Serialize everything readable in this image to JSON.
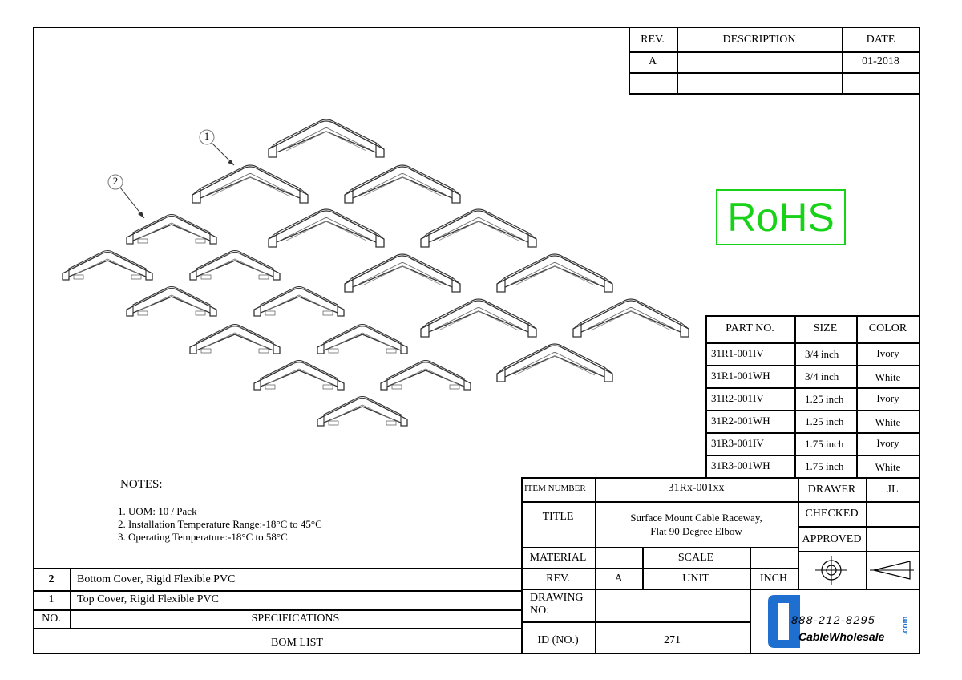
{
  "revision_block": {
    "headers": [
      "REV.",
      "DESCRIPTION",
      "DATE"
    ],
    "rows": [
      [
        "A",
        "",
        "01-2018"
      ],
      [
        "",
        "",
        ""
      ]
    ]
  },
  "callouts": [
    "1",
    "2"
  ],
  "rohs_label": "RoHS",
  "parts_table": {
    "headers": [
      "PART NO.",
      "SIZE",
      "COLOR"
    ],
    "rows": [
      [
        "31R1-001IV",
        "3/4 inch",
        "Ivory"
      ],
      [
        "31R1-001WH",
        "3/4 inch",
        "White"
      ],
      [
        "31R2-001IV",
        "1.25 inch",
        "Ivory"
      ],
      [
        "31R2-001WH",
        "1.25 inch",
        "White"
      ],
      [
        "31R3-001IV",
        "1.75 inch",
        "Ivory"
      ],
      [
        "31R3-001WH",
        "1.75 inch",
        "White"
      ]
    ]
  },
  "notes": {
    "title": "NOTES:",
    "items": [
      "1. UOM: 10 / Pack",
      "2. Installation Temperature Range:-18°C to 45°C",
      "3. Operating Temperature:-18°C to 58°C"
    ]
  },
  "bom": {
    "rows": [
      [
        "2",
        "Bottom Cover, Rigid Flexible PVC"
      ],
      [
        "1",
        "Top Cover, Rigid Flexible PVC"
      ]
    ],
    "header_no": "NO.",
    "header_spec": "SPECIFICATIONS",
    "footer": "BOM LIST"
  },
  "title_block": {
    "item_number_label": "ITEM NUMBER",
    "item_number": "31Rx-001xx",
    "title_label": "TITLE",
    "title_line1": "Surface Mount Cable Raceway,",
    "title_line2": "Flat 90 Degree Elbow",
    "material_label": "MATERIAL",
    "material": "",
    "scale_label": "SCALE",
    "rev_label": "REV.",
    "rev": "A",
    "unit_label": "UNIT",
    "unit": "INCH",
    "drawing_no_label_1": "DRAWING",
    "drawing_no_label_2": "NO:",
    "id_label": "ID (NO.)",
    "id": "271",
    "drawer_label": "DRAWER",
    "drawer": "JL",
    "checked_label": "CHECKED",
    "approved_label": "APPROVED"
  },
  "logo": {
    "phone": "888-212-8295",
    "name": "CableWholesale",
    "suffix": ".com",
    "accent_color": "#1e6fd0"
  },
  "colors": {
    "rohs": "#17d217",
    "line": "#000000"
  }
}
